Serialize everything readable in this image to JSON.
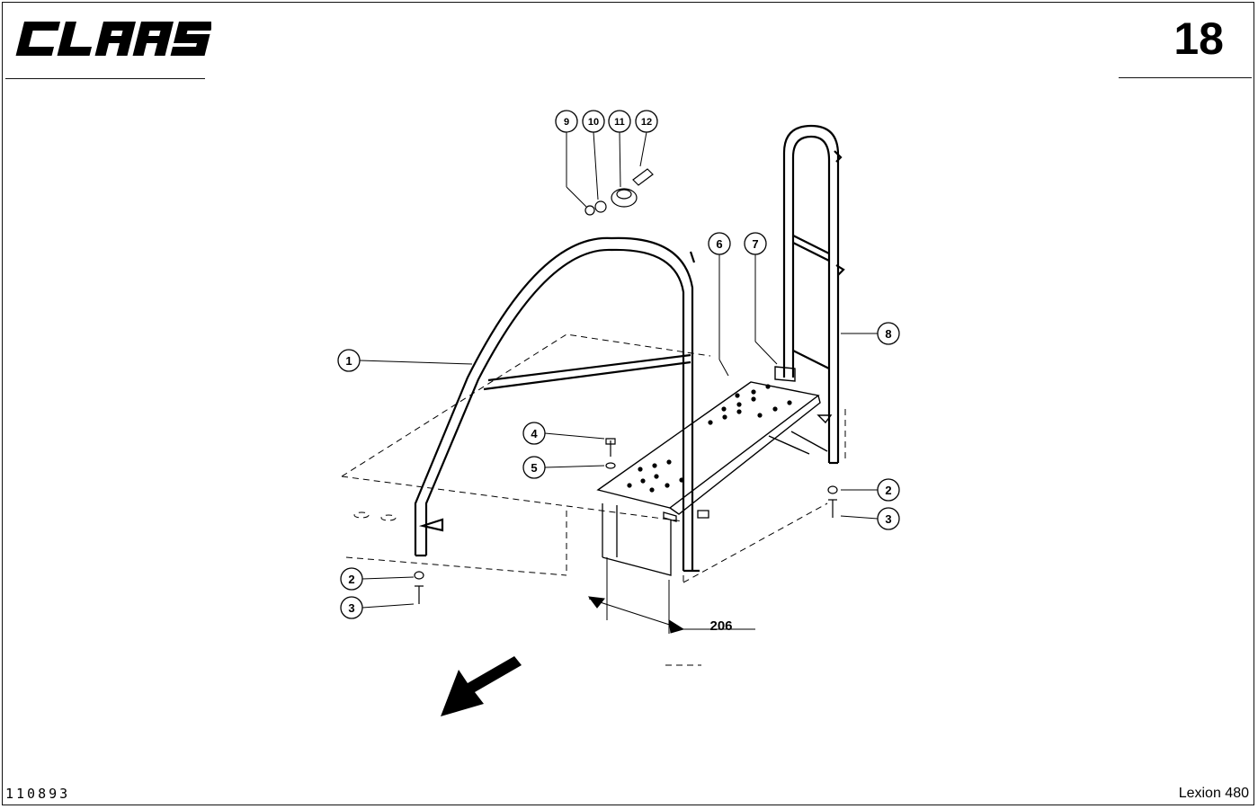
{
  "header": {
    "logo_text": "CLAAS",
    "page_number": "18"
  },
  "footer": {
    "doc_number": "110893",
    "model": "Lexion 480"
  },
  "callouts": [
    "1",
    "2",
    "2",
    "3",
    "3",
    "4",
    "5",
    "6",
    "7",
    "8",
    "9",
    "10",
    "11",
    "12"
  ],
  "dimension_label": "206",
  "colors": {
    "ink": "#000000",
    "paper": "#ffffff"
  }
}
